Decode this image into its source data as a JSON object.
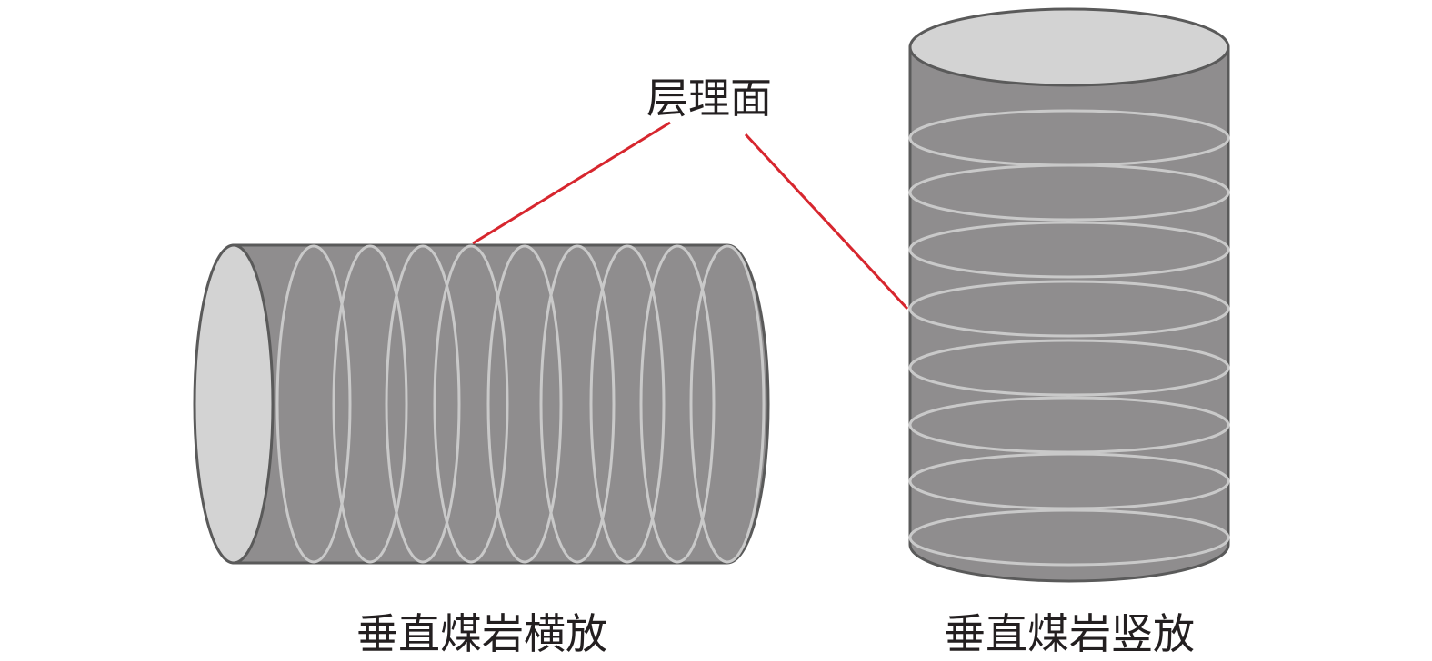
{
  "labels": {
    "bedding_plane": "层理面",
    "horizontal": "垂直煤岩横放",
    "vertical": "垂直煤岩竖放"
  },
  "colors": {
    "body": "#8f8d8e",
    "end_face": "#d3d3d3",
    "ring": "#c9c9c9",
    "outline": "#5a5a5a",
    "pointer": "#d7262e"
  }
}
